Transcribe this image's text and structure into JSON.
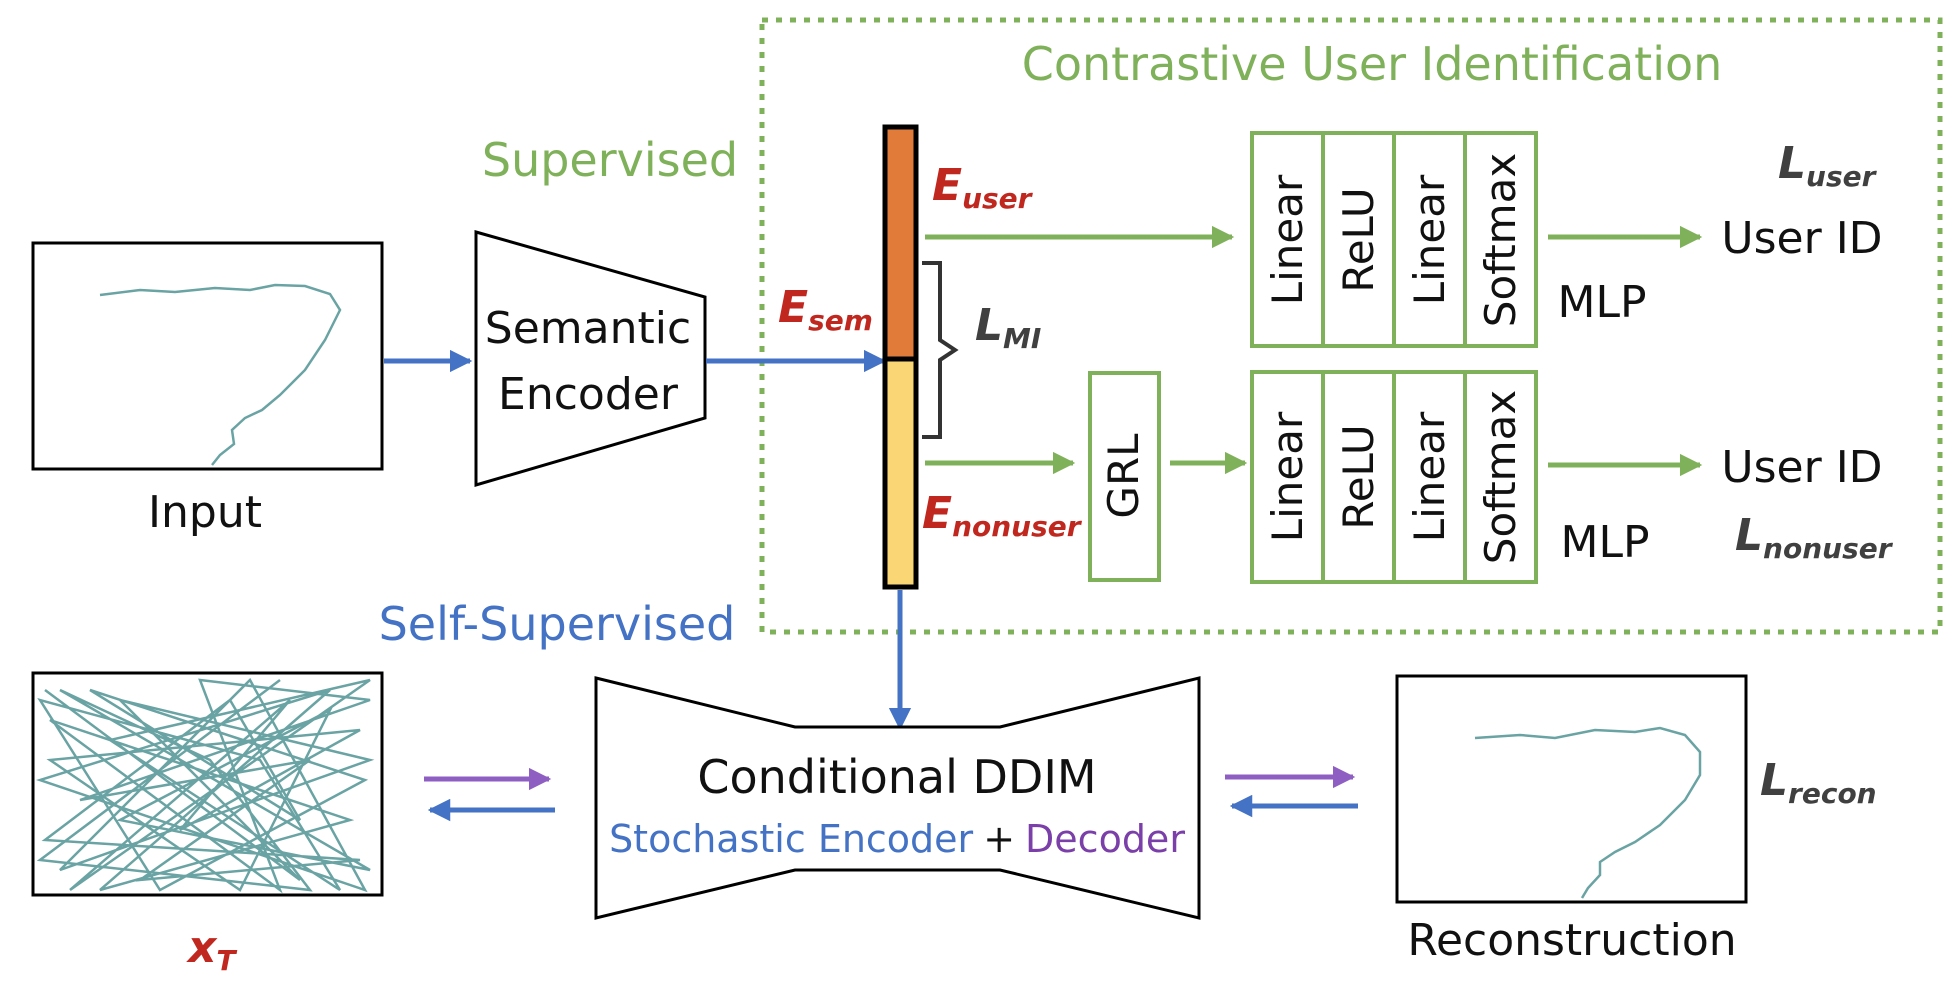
{
  "labels": {
    "contrastive": "Contrastive User Identification",
    "supervised": "Supervised",
    "self_supervised": "Self-Supervised",
    "input": "Input",
    "semantic_1": "Semantic",
    "semantic_2": "Encoder",
    "e_user_main": "E",
    "e_user_sub": "user",
    "e_sem_main": "E",
    "e_sem_sub": "sem",
    "e_nonuser_main": "E",
    "e_nonuser_sub": "nonuser",
    "l_mi_main": "L",
    "l_mi_sub": "MI",
    "l_user_main": "L",
    "l_user_sub": "user",
    "l_nonuser_main": "L",
    "l_nonuser_sub": "nonuser",
    "l_recon_main": "L",
    "l_recon_sub": "recon",
    "user_id_top": "User ID",
    "user_id_bottom": "User ID",
    "mlp_top": "MLP",
    "mlp_bottom": "MLP",
    "grl": "GRL",
    "ddim_title": "Conditional DDIM",
    "ddim_enc": "Stochastic Encoder",
    "ddim_plus": "+",
    "ddim_dec": "Decoder",
    "xt_main": "x",
    "xt_sub": "T",
    "reconstruction": "Reconstruction"
  },
  "mlp_layers": [
    "Linear",
    "ReLU",
    "Linear",
    "Softmax"
  ],
  "colors": {
    "green": "#7fb15a",
    "blue": "#4472c4",
    "purple": "#8e5ec2",
    "red": "#c0281f",
    "orange": "#e07b39",
    "yellow": "#fad674",
    "trace": "#6aa3a3"
  }
}
